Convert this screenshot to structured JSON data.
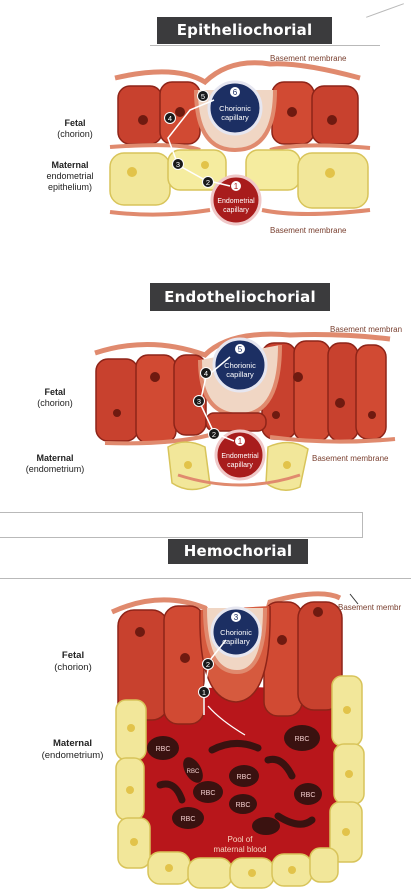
{
  "colors": {
    "banner": "#3b3b3d",
    "fetal_cell": "#c8412e",
    "fetal_dark": "#8e2418",
    "maternal_cell": "#f2e79a",
    "maternal_dark": "#d8c45a",
    "membrane": "#e08a6e",
    "chorionic_capillary": "#1c2f63",
    "endometrial_capillary": "#a81c1c",
    "blood_pool": "#b8161b",
    "rbc": "#3a1210"
  },
  "panels": [
    {
      "title": "Epitheliochorial",
      "fetal_label": {
        "line1": "Fetal",
        "line2": "(chorion)"
      },
      "maternal_label": {
        "line1": "Maternal",
        "line2": "endometrial",
        "line3": "epithelium)"
      },
      "basement_top": "Basement membrane",
      "basement_bottom": "Basement membrane",
      "chorionic": {
        "step": "6",
        "line1": "Chorionic",
        "line2": "capillary"
      },
      "endometrial": {
        "step": "1",
        "line1": "Endometrial",
        "line2": "capillary"
      },
      "steps": [
        "2",
        "3",
        "4",
        "5"
      ]
    },
    {
      "title": "Endotheliochorial",
      "fetal_label": {
        "line1": "Fetal",
        "line2": "(chorion)"
      },
      "maternal_label": {
        "line1": "Maternal",
        "line2": "(endometrium)"
      },
      "basement_top": "Basement membran",
      "basement_bottom": "Basement membrane",
      "chorionic": {
        "step": "5",
        "line1": "Chorionic",
        "line2": "capillary"
      },
      "endometrial": {
        "step": "1",
        "line1": "Endometrial",
        "line2": "capillary"
      },
      "steps": [
        "2",
        "3",
        "4"
      ]
    },
    {
      "title": "Hemochorial",
      "fetal_label": {
        "line1": "Fetal",
        "line2": "(chorion)"
      },
      "maternal_label": {
        "line1": "Maternal",
        "line2": "(endometrium)"
      },
      "basement_top": "Basement membr",
      "chorionic": {
        "step": "3",
        "line1": "Chorionic",
        "line2": "capillary"
      },
      "steps": [
        "1",
        "2"
      ],
      "rbc_label": "RBC",
      "pool_line1": "Pool of",
      "pool_line2": "maternal blood"
    }
  ]
}
